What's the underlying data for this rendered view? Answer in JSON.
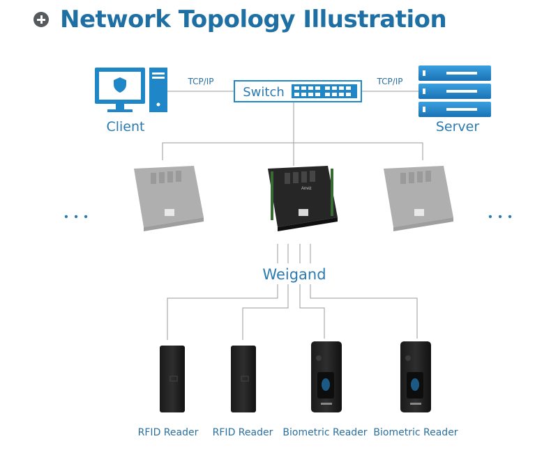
{
  "title": "Network Topology Illustration",
  "nodes": {
    "client": "Client",
    "server": "Server",
    "switch": "Switch",
    "protocol_left": "TCP/IP",
    "protocol_right": "TCP/IP",
    "weigand": "Weigand",
    "more_left": "• • •",
    "more_right": "• • •",
    "controller_brand": "Anviz"
  },
  "readers": [
    {
      "label": "RFID Reader"
    },
    {
      "label": "RFID Reader"
    },
    {
      "label": "Biometric Reader"
    },
    {
      "label": "Biometric Reader"
    }
  ],
  "colors": {
    "title": "#1d6fa4",
    "label": "#2a7ab0",
    "icon_blue": "#1f87c8",
    "line": "#9a9a9a"
  }
}
